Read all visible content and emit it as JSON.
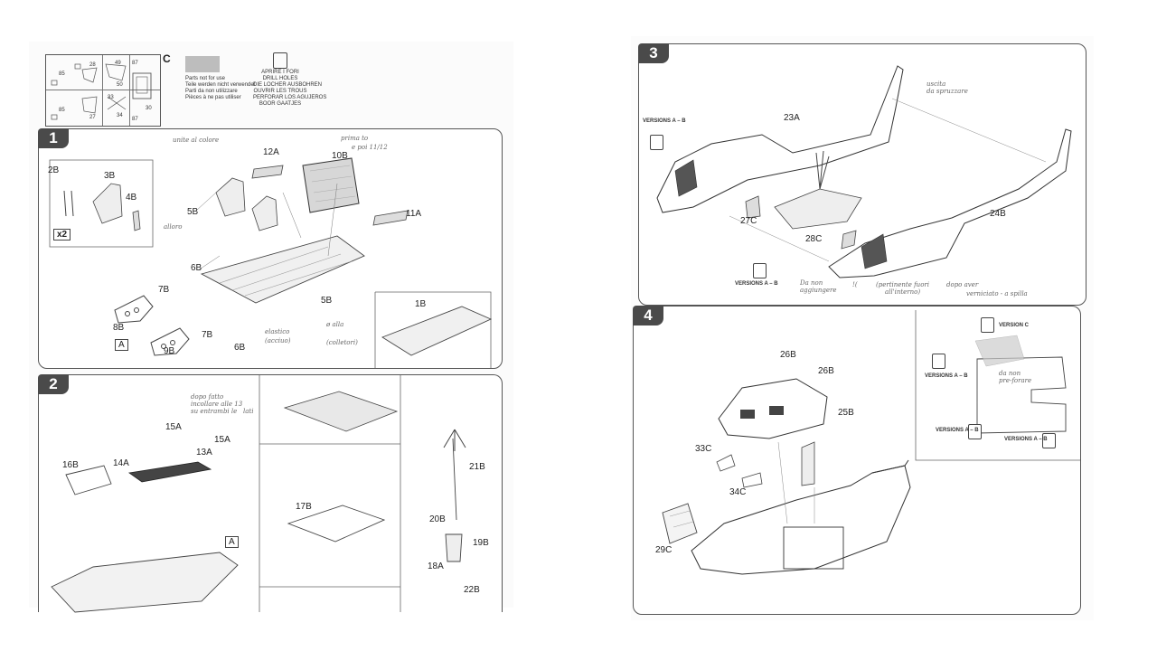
{
  "legend": {
    "letter": "C",
    "parts_not_for_use": [
      "Parts not for use",
      "Teile werden nicht verwendet",
      "Parti da non utilizzare",
      "Pièces à ne pas utiliser"
    ],
    "drill_holes": [
      "APRIRE I FORI",
      "DRILL HOLES",
      "DIE LOCHER AUSBOHREN",
      "OUVRIR LES TROUS",
      "PERFORAR LOS AGUJEROS",
      "BOOR GAATJES"
    ],
    "sprue_numbers": [
      "85",
      "28",
      "49",
      "50",
      "85",
      "27",
      "33",
      "34",
      "87",
      "87",
      "30"
    ]
  },
  "steps": [
    {
      "number": "1",
      "parts": [
        "2B",
        "3B",
        "4B",
        "5B",
        "6B",
        "7B",
        "7B",
        "6B",
        "8B",
        "9B",
        "12A",
        "10B",
        "11A",
        "5B",
        "1B"
      ],
      "callouts": [
        "x2",
        "A"
      ],
      "notes": [
        "unite al colore",
        "prima to",
        "e poi 11/12",
        "alloro",
        "ø alla",
        "(colletori)",
        "elastico",
        "(acciuo)"
      ]
    },
    {
      "number": "2",
      "parts": [
        "16B",
        "14A",
        "15A",
        "15A",
        "13A",
        "17B",
        "21B",
        "20B",
        "19B",
        "18A",
        "22B"
      ],
      "callouts": [
        "A"
      ],
      "notes": [
        "dopo fatto",
        "incollare alle 13",
        "su entrambi le",
        "lati"
      ]
    },
    {
      "number": "3",
      "parts": [
        "23A",
        "24B",
        "27C",
        "28C"
      ],
      "versions": [
        "VERSIONS A – B",
        "VERSIONS A – B"
      ],
      "notes": [
        "uscita",
        "da spruzzare",
        "Da non",
        "aggiungere",
        "!(",
        "(pertinente fuori",
        "all'interno)",
        "dopo aver",
        "verniciato - a spilla"
      ]
    },
    {
      "number": "4",
      "parts": [
        "26B",
        "26B",
        "25B",
        "33C",
        "34C",
        "29C"
      ],
      "versions": [
        "VERSION C",
        "VERSIONS A – B",
        "VERSIONS A – B",
        "VERSIONS A – B"
      ],
      "notes": [
        "da non",
        "pre-forare"
      ]
    }
  ]
}
